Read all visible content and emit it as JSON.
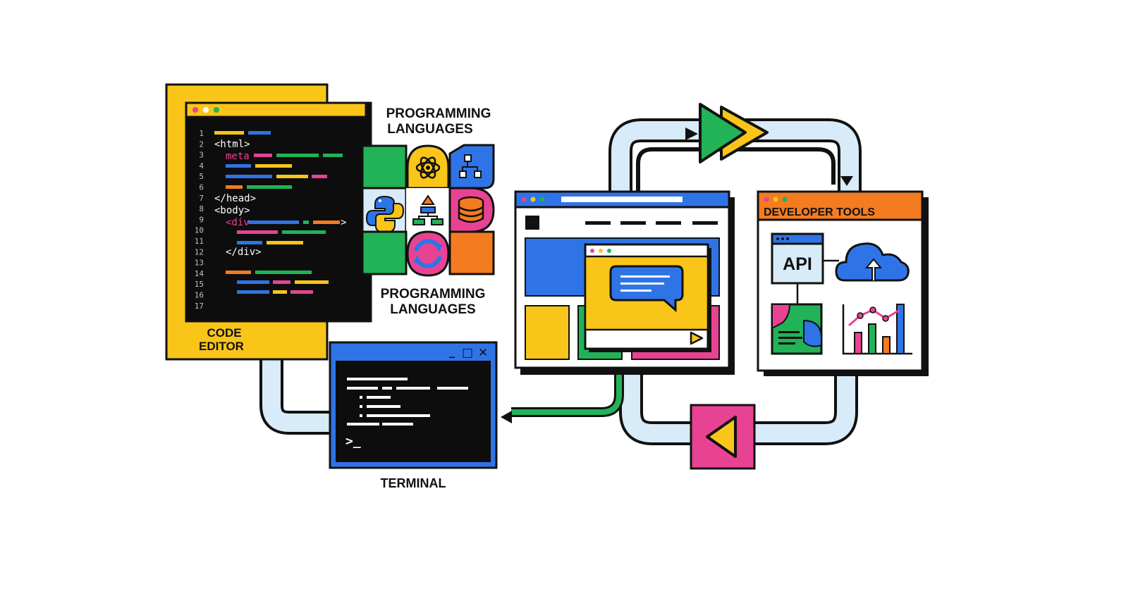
{
  "labels": {
    "programming_top": [
      "PROGRAMMING",
      "LANGUAGES"
    ],
    "programming_bottom": [
      "PROGRAMMING",
      "LANGUAGES"
    ],
    "code_editor": [
      "CODE",
      "EDITOR"
    ],
    "terminal": "TERMINAL",
    "developer_tools": "DEVELOPER TOOLS",
    "api": "API"
  },
  "code_editor": {
    "line_numbers": [
      "1",
      "2",
      "3",
      "4",
      "5",
      "6",
      "7",
      "8",
      "9",
      "10",
      "11",
      "12",
      "13",
      "14",
      "15",
      "16",
      "17"
    ],
    "tags": {
      "html_open": "<html>",
      "meta": "meta",
      "head_close": "</head>",
      "body_open": "<body>",
      "div_open": "<div",
      "div_bracket": ">",
      "div_close": "</div>"
    }
  },
  "terminal": {
    "prompt": ">_",
    "controls": [
      "_",
      "□",
      "✕"
    ]
  },
  "icons": {
    "atom": "atom-icon",
    "hierarchy": "hierarchy-icon",
    "python": "python-icon",
    "flowchart": "flowchart-icon",
    "database": "database-icon",
    "sync": "sync-icon",
    "cloud_upload": "cloud-upload-icon",
    "chat": "chat-bubble-icon",
    "play": "play-icon",
    "bar_chart": "bar-chart-icon",
    "pie_chart": "pie-chart-icon"
  },
  "colors": {
    "yellow": "#f9c519",
    "blue": "#2f74e6",
    "green": "#22b257",
    "pink": "#e84393",
    "orange": "#f47b20",
    "black": "#0d0d0d",
    "pale_blue": "#d7ebf8"
  }
}
